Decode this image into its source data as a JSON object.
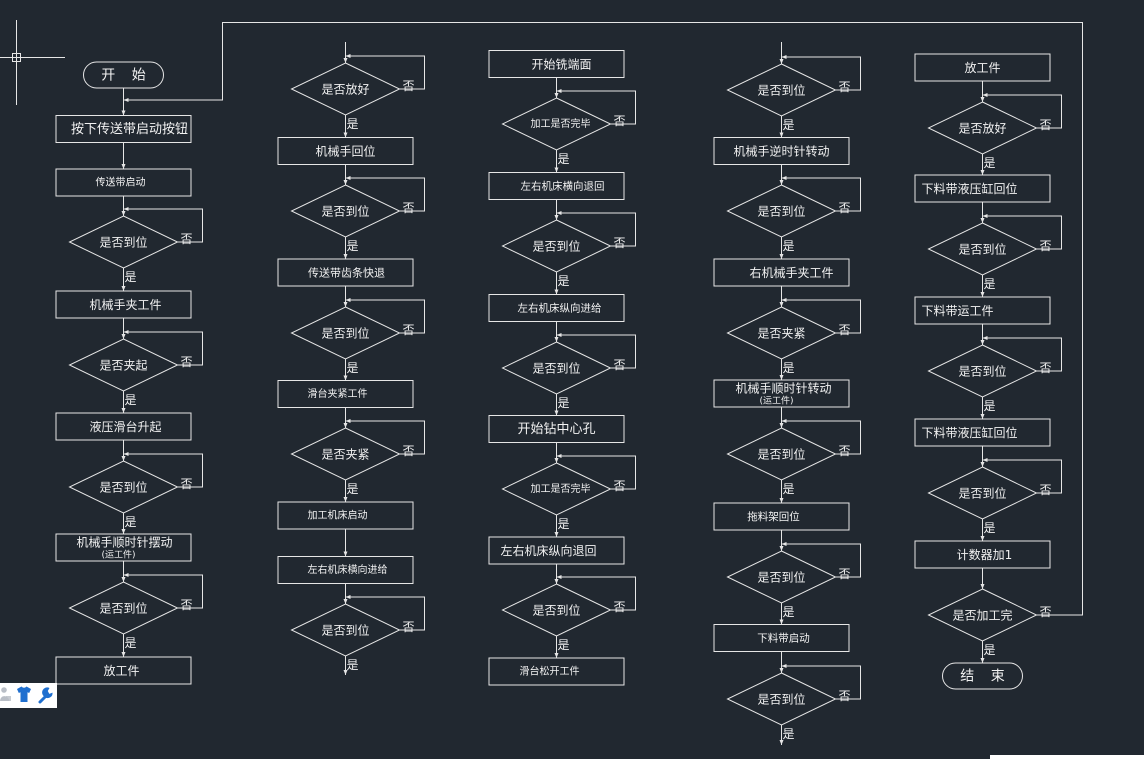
{
  "colors": {
    "background": "#212830",
    "line": "#e6e6e6",
    "text": "#f2f2f2",
    "toolbar_background": "#ffffff",
    "toolbar_icon": "#1f6fcf",
    "toolbar_icon_muted": "#b9bec6"
  },
  "labels": {
    "yes": "是",
    "no": "否"
  },
  "flowchart": {
    "columns": [
      {
        "nodes": [
          {
            "kind": "terminal",
            "text": "开 始"
          },
          {
            "kind": "process",
            "text": "按下传送带启动按钮"
          },
          {
            "kind": "process",
            "text": "传送带启动"
          },
          {
            "kind": "decision",
            "text": "是否到位"
          },
          {
            "kind": "process",
            "text": "机械手夹工件"
          },
          {
            "kind": "decision",
            "text": "是否夹起"
          },
          {
            "kind": "process",
            "text": "液压滑台升起"
          },
          {
            "kind": "decision",
            "text": "是否到位"
          },
          {
            "kind": "process",
            "text": "机械手顺时针摆动",
            "subtext": "(运工件)"
          },
          {
            "kind": "decision",
            "text": "是否到位"
          },
          {
            "kind": "process",
            "text": "放工件"
          }
        ]
      },
      {
        "nodes": [
          {
            "kind": "decision",
            "text": "是否放好"
          },
          {
            "kind": "process",
            "text": "机械手回位"
          },
          {
            "kind": "decision",
            "text": "是否到位"
          },
          {
            "kind": "process",
            "text": "传送带齿条快退"
          },
          {
            "kind": "decision",
            "text": "是否到位"
          },
          {
            "kind": "process",
            "text": "滑台夹紧工件"
          },
          {
            "kind": "decision",
            "text": "是否夹紧"
          },
          {
            "kind": "process",
            "text": "加工机床启动"
          },
          {
            "kind": "process",
            "text": "左右机床横向进给"
          },
          {
            "kind": "decision",
            "text": "是否到位"
          }
        ]
      },
      {
        "nodes": [
          {
            "kind": "process",
            "text": "开始铣端面"
          },
          {
            "kind": "decision",
            "text": "加工是否完毕"
          },
          {
            "kind": "process",
            "text": "左右机床横向退回"
          },
          {
            "kind": "decision",
            "text": "是否到位"
          },
          {
            "kind": "process",
            "text": "左右机床纵向进给"
          },
          {
            "kind": "decision",
            "text": "是否到位"
          },
          {
            "kind": "process",
            "text": "开始钻中心孔"
          },
          {
            "kind": "decision",
            "text": "加工是否完毕"
          },
          {
            "kind": "process",
            "text": "左右机床纵向退回"
          },
          {
            "kind": "decision",
            "text": "是否到位"
          },
          {
            "kind": "process",
            "text": "滑台松开工件"
          }
        ]
      },
      {
        "nodes": [
          {
            "kind": "decision",
            "text": "是否到位"
          },
          {
            "kind": "process",
            "text": "机械手逆时针转动"
          },
          {
            "kind": "decision",
            "text": "是否到位"
          },
          {
            "kind": "process",
            "text": "右机械手夹工件"
          },
          {
            "kind": "decision",
            "text": "是否夹紧"
          },
          {
            "kind": "process",
            "text": "机械手顺时针转动",
            "subtext": "(运工件)"
          },
          {
            "kind": "decision",
            "text": "是否到位"
          },
          {
            "kind": "process",
            "text": "拖料架回位"
          },
          {
            "kind": "decision",
            "text": "是否到位"
          },
          {
            "kind": "process",
            "text": "下料带启动"
          },
          {
            "kind": "decision",
            "text": "是否到位"
          }
        ]
      },
      {
        "nodes": [
          {
            "kind": "process",
            "text": "放工件"
          },
          {
            "kind": "decision",
            "text": "是否放好"
          },
          {
            "kind": "process",
            "text": "下料带液压缸回位"
          },
          {
            "kind": "decision",
            "text": "是否到位"
          },
          {
            "kind": "process",
            "text": "下料带运工件"
          },
          {
            "kind": "decision",
            "text": "是否到位"
          },
          {
            "kind": "process",
            "text": "下料带液压缸回位"
          },
          {
            "kind": "decision",
            "text": "是否到位"
          },
          {
            "kind": "process",
            "text": "计数器加1"
          },
          {
            "kind": "decision",
            "text": "是否加工完"
          },
          {
            "kind": "terminal",
            "text": "结 束"
          }
        ]
      }
    ]
  },
  "status_toolbar": {
    "icons": [
      "user-lock-icon",
      "tshirt-icon",
      "wrench-icon"
    ]
  }
}
